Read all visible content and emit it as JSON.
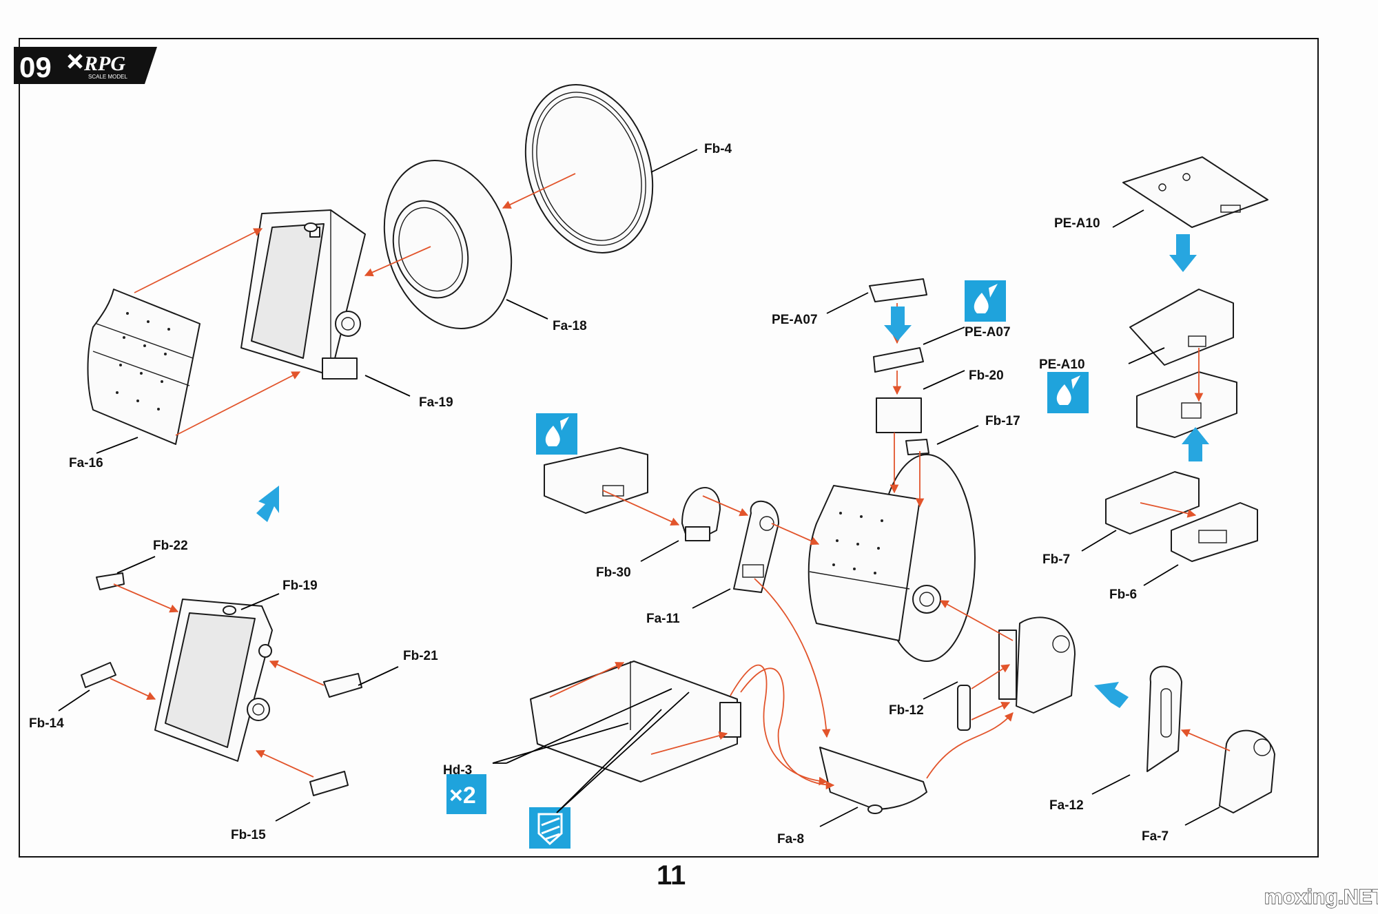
{
  "header": {
    "step_number": "09",
    "brand_text": "RPG",
    "brand_subtext": "SCALE MODEL"
  },
  "parts": {
    "fb_4": "Fb-4",
    "fa_18": "Fa-18",
    "fa_19": "Fa-19",
    "fa_16": "Fa-16",
    "fb_22": "Fb-22",
    "fb_19": "Fb-19",
    "fb_21": "Fb-21",
    "fb_14": "Fb-14",
    "fb_15": "Fb-15",
    "pe_a07_top": "PE-A07",
    "pe_a07_bent": "PE-A07",
    "fb_20": "Fb-20",
    "fb_17": "Fb-17",
    "pe_a10_top": "PE-A10",
    "pe_a10_bent": "PE-A10",
    "fb_7": "Fb-7",
    "fb_6": "Fb-6",
    "fb_30": "Fb-30",
    "fa_11": "Fa-11",
    "fb_12": "Fb-12",
    "fa_12": "Fa-12",
    "fa_7": "Fa-7",
    "fa_8": "Fa-8",
    "hd_3": "Hd-3"
  },
  "quantity_badge": "×2",
  "page_number": "11",
  "watermark": "moxing.NET",
  "icons": {
    "bend_icon": "bend-photo-etch-icon",
    "drill_icon": "drill-icon",
    "direction_arrow": "blue-arrow-icon"
  },
  "colors": {
    "assembly_arrow": "#e2542b",
    "instruction_blue": "#1fa3dc",
    "line": "#1a1a1a"
  }
}
